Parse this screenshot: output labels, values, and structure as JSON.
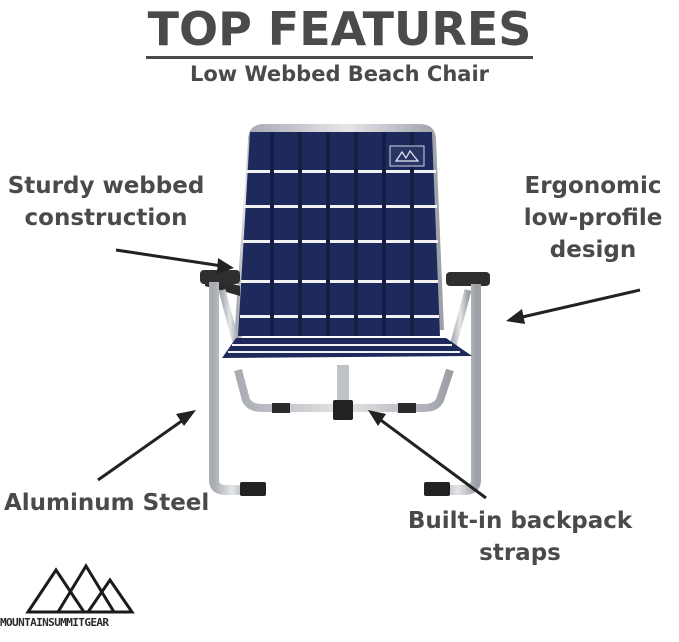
{
  "header": {
    "title": "TOP FEATURES",
    "subtitle": "Low Webbed Beach Chair"
  },
  "features": {
    "sturdy": [
      "Sturdy webbed",
      "construction"
    ],
    "ergonomic": [
      "Ergonomic",
      "low-profile",
      "design"
    ],
    "aluminum": "Aluminum Steel",
    "straps": [
      "Built-in backpack",
      "straps"
    ]
  },
  "brand": {
    "name": "MOUNTAINSUMMITGEAR",
    "logo_icon": "mountain-logo-icon"
  },
  "colors": {
    "text": "#4a4a4a",
    "webbing_navy": "#1f2a5c",
    "webbing_stripe": "#f2f2f2",
    "frame_silver": "#c9cbcf",
    "arrow": "#222222"
  }
}
